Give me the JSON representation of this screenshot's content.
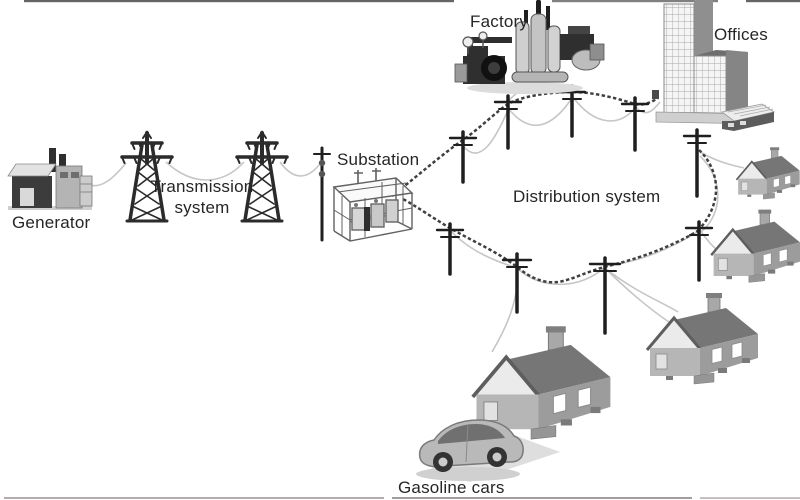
{
  "labels": {
    "generator": "Generator",
    "transmission_system": "Transmission system",
    "substation": "Substation",
    "distribution_system": "Distribution system",
    "factory": "Factory",
    "offices": "Offices",
    "gasoline_cars": "Gasoline cars"
  },
  "colors": {
    "background": "#ffffff",
    "label_ink": "#262626",
    "line_dark": "#3f3f3f",
    "wire_light": "#c6c6c6",
    "building_dark": "#343434",
    "building_mid": "#9b9b9b",
    "building_light": "#ececec"
  }
}
